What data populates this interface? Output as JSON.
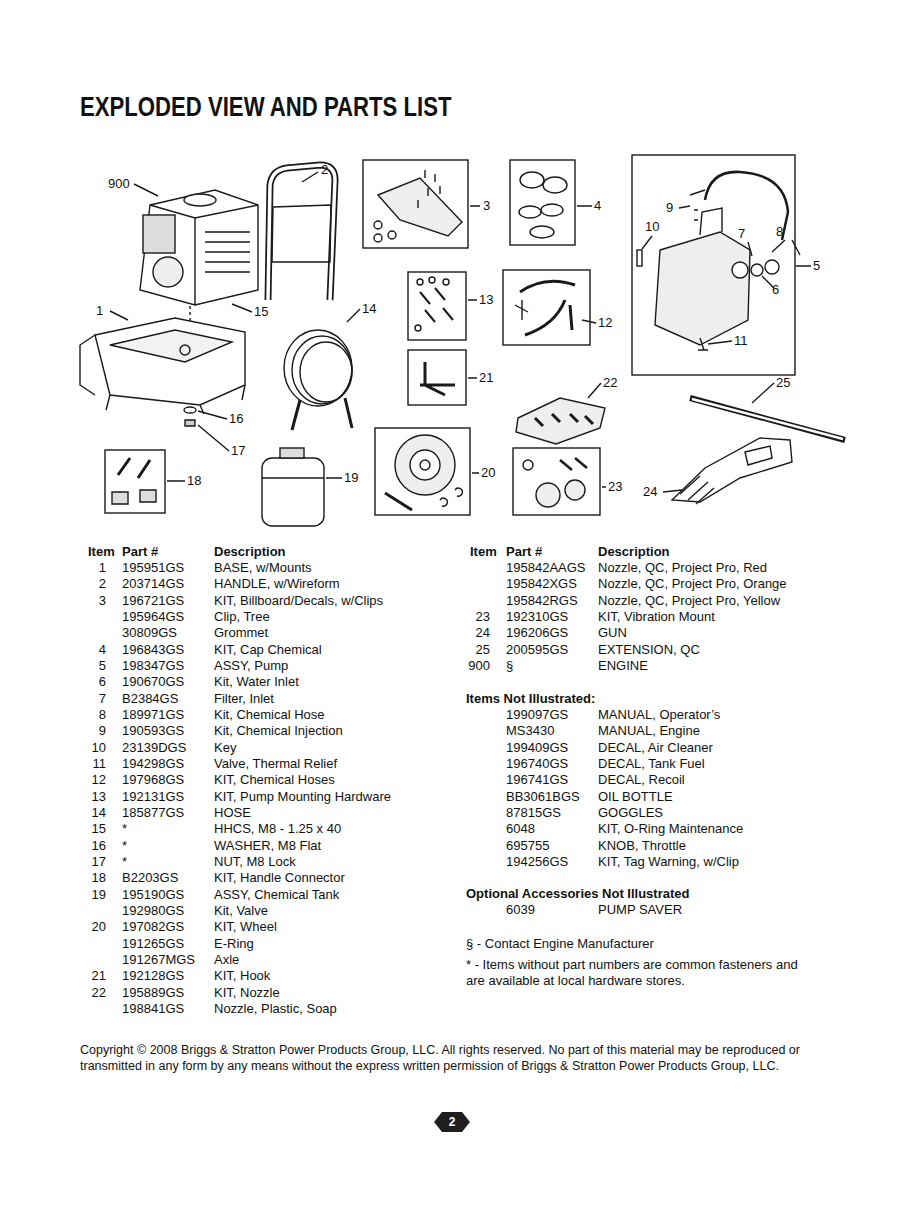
{
  "diagram": {
    "title": "EXPLODED VIEW AND PARTS LIST",
    "nodes": [
      {
        "text": [
          "2"
        ]
      }
    ],
    "labels": [
      "900",
      "2",
      "3",
      "4",
      "1",
      "15",
      "14",
      "13",
      "12",
      "9",
      "10",
      "7",
      "8",
      "5",
      "6",
      "11",
      "16",
      "17",
      "21",
      "22",
      "25",
      "18",
      "19",
      "20",
      "23",
      "24",
      "Item",
      "Part #",
      "Description",
      "1",
      "195951GS",
      "BASE, w/Mounts",
      "2",
      "203714GS",
      "HANDLE, w/Wireform",
      "3",
      "196721GS",
      "KIT, Billboard/Decals, w/Clips",
      "195964GS",
      "Clip, Tree",
      "30809GS",
      "Grommet",
      "4",
      "196843GS",
      "KIT, Cap Chemical",
      "5",
      "198347GS",
      "ASSY, Pump",
      "6",
      "190670GS",
      "Kit, Water Inlet",
      "7",
      "B2384GS",
      "Filter, Inlet",
      "8",
      "189971GS",
      "Kit, Chemical Hose",
      "9",
      "190593GS",
      "Kit, Chemical Injection",
      "10",
      "23139DGS",
      "Key",
      "11",
      "194298GS",
      "Valve, Thermal Relief",
      "12",
      "197968GS",
      "KIT, Chemical Hoses",
      "13",
      "192131GS",
      "KIT, Pump Mounting Hardware",
      "14",
      "185877GS",
      "HOSE",
      "15",
      "*",
      "HHCS, M8 - 1.25 x 40",
      "16",
      "*",
      "WASHER, M8 Flat",
      "17",
      "*",
      "NUT, M8 Lock",
      "18",
      "B2203GS",
      "KIT, Handle Connector",
      "19",
      "195190GS",
      "ASSY, Chemical Tank",
      "192980GS",
      "Kit, Valve",
      "20",
      "197082GS",
      "KIT, Wheel",
      "191265GS",
      "E-Ring",
      "191267MGS",
      "Axle",
      "21",
      "192128GS",
      "KIT, Hook",
      "22",
      "195889GS",
      "KIT, Nozzle",
      "198841GS",
      "Nozzle, Plastic, Soap",
      "Item",
      "Part #",
      "Description",
      "195842AAGS",
      "Nozzle, QC, Project Pro, Red",
      "195842XGS",
      "Nozzle, QC, Project Pro, Orange",
      "195842RGS",
      "Nozzle, QC, Project Pro, Yellow",
      "23",
      "192310GS",
      "KIT, Vibration Mount",
      "24",
      "196206GS",
      "GUN",
      "25",
      "200595GS",
      "EXTENSION, QC",
      "900",
      "§",
      "ENGINE",
      "Items Not Illustrated:",
      "199097GS",
      "MANUAL, Operator’s",
      "MS3430",
      "MANUAL, Engine",
      "199409GS",
      "DECAL, Air Cleaner",
      "196740GS",
      "DECAL, Tank Fuel",
      "196741GS",
      "DECAL, Recoil",
      "BB3061BGS",
      "OIL BOTTLE",
      "87815GS",
      "GOGGLES",
      "6048",
      "KIT, O-Ring Maintenance",
      "695755",
      "KNOB, Throttle",
      "194256GS",
      "KIT, Tag Warning, w/Clip",
      "Optional Accessories Not Illustrated",
      "6039",
      "PUMP SAVER",
      "§ - Contact Engine Manufacturer",
      "* - Items without part numbers are common fasteners and are available at local hardware stores.",
      "Copyright © 2008 Briggs & Stratton Power Products Group, LLC.  All rights reserved.  No part of this material may be reproduced or transmitted in any form by any means without the express written permission of Briggs & Stratton Power Products Group, LLC."
    ]
  }
}
